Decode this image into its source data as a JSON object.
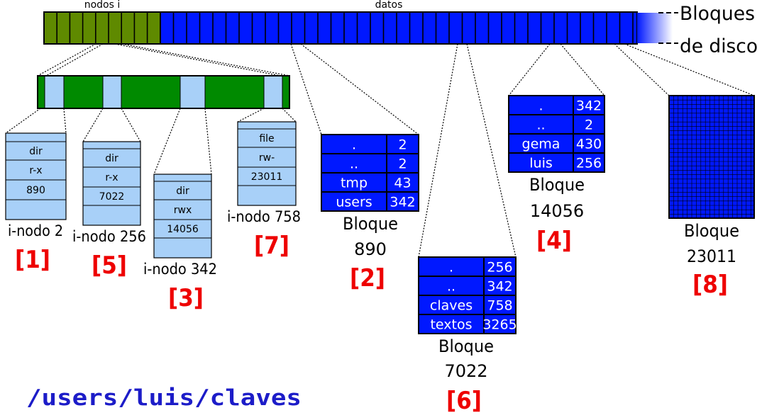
{
  "disk": {
    "inodes_label": "nodos i",
    "data_label": "datos",
    "legend_line1": "Bloques",
    "legend_line2": "de disco"
  },
  "inodes": [
    {
      "id": "inode-2",
      "rows": [
        "dir",
        "r-x",
        "890"
      ],
      "caption": "i-nodo 2",
      "step": "[1]"
    },
    {
      "id": "inode-256",
      "rows": [
        "dir",
        "r-x",
        "7022"
      ],
      "caption": "i-nodo 256",
      "step": "[5]"
    },
    {
      "id": "inode-342",
      "rows": [
        "dir",
        "rwx",
        "14056"
      ],
      "caption": "i-nodo 342",
      "step": "[3]"
    },
    {
      "id": "inode-758",
      "rows": [
        "file",
        "rw-",
        "23011"
      ],
      "caption": "i-nodo 758",
      "step": "[7]"
    }
  ],
  "blocks": [
    {
      "id": "block-890",
      "entries": [
        [
          ".",
          "2"
        ],
        [
          "..",
          "2"
        ],
        [
          "tmp",
          "43"
        ],
        [
          "users",
          "342"
        ]
      ],
      "caption1": "Bloque",
      "caption2": "890",
      "step": "[2]"
    },
    {
      "id": "block-7022",
      "entries": [
        [
          ".",
          "256"
        ],
        [
          "..",
          "342"
        ],
        [
          "claves",
          "758"
        ],
        [
          "textos",
          "3265"
        ]
      ],
      "caption1": "Bloque",
      "caption2": "7022",
      "step": "[6]"
    },
    {
      "id": "block-14056",
      "entries": [
        [
          ".",
          "342"
        ],
        [
          "..",
          "2"
        ],
        [
          "gema",
          "430"
        ],
        [
          "luis",
          "256"
        ]
      ],
      "caption1": "Bloque",
      "caption2": "14056",
      "step": "[4]"
    }
  ],
  "data_block": {
    "caption1": "Bloque",
    "caption2": "23011",
    "step": "[8]"
  },
  "path": "/users/luis/claves",
  "colors": {
    "inode_green": "#5f8a00",
    "block_blue": "#0018ff",
    "inode_table_green": "#008a00",
    "inode_light_blue": "#a8d0f8",
    "step_red": "#ee0000",
    "path_blue": "#1c1cc8"
  }
}
